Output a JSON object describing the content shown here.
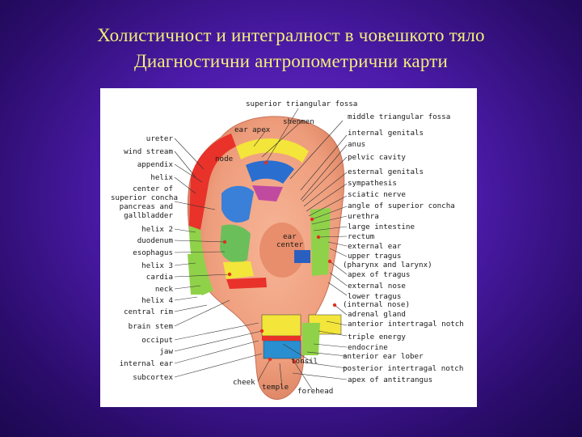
{
  "slide": {
    "title_line1": "Холистичност и интегралност в човешкото тяло",
    "title_line2": "Диагностични антропометрични карти"
  },
  "colors": {
    "background": "#4a1aa6",
    "title_text": "#f3ef7a",
    "skin": "#f0a585",
    "helix_red": "#e8322a",
    "zone_yellow": "#f3e53a",
    "zone_green": "#8fd24a",
    "zone_blue": "#2a6fd0",
    "zone_magenta": "#c04aa0"
  },
  "diagram": {
    "labels": {
      "superior_triangular_fossa": "superior triangular fossa",
      "shenmen": "shenmen",
      "ear_apex": "ear apex",
      "middle_triangular_fossa": "middle triangular fossa",
      "internal_genitals": "internal genitals",
      "anus": "anus",
      "pelvic_cavity": "pelvic cavity",
      "esternal_genitals": "esternal genitals",
      "sympathesis": "sympathesis",
      "sciatic_nerve": "sciatic nerve",
      "angle_of_superior_concha": "angle of superior concha",
      "urethra": "urethra",
      "large_intestine": "large intestine",
      "rectum": "rectum",
      "external_ear": "external ear",
      "upper_tragus": "upper tragus",
      "pharynx_larynx": "(pharynx and larynx)",
      "apex_of_tragus": "apex of tragus",
      "external_nose": "external nose",
      "lower_tragus": "lower tragus",
      "internal_nose": "(internal nose)",
      "adrenal_gland": "adrenal gland",
      "anterior_intertragal_notch": "anterior intertragal notch",
      "triple_energy": "triple energy",
      "endocrine": "endocrine",
      "anterior_ear_lober": "anterior ear lober",
      "posterior_intertragal_notch": "posterior intertragal notch",
      "apex_of_antitrangus": "apex of antitrangus",
      "ureter": "ureter",
      "wind_stream": "wind stream",
      "appendix": "appendix",
      "helix": "helix",
      "center_of": "center of",
      "superior_concha": "superior concha",
      "pancreas_and": "pancreas and",
      "gallbladder": "gallbladder",
      "helix_2": "helix 2",
      "duodenum": "duodenum",
      "esophagus": "esophagus",
      "helix_3": "helix 3",
      "cardia": "cardia",
      "neck": "neck",
      "helix_4": "helix 4",
      "central_rim": "central rim",
      "brain_stem": "brain stem",
      "occiput": "occiput",
      "jaw": "jaw",
      "internal_ear": "internal ear",
      "subcortex": "subcortex",
      "node": "node",
      "ear": "ear",
      "center": "center",
      "tonsil": "tonsil",
      "cheek": "cheek",
      "temple": "temple",
      "forehead": "forehead"
    }
  }
}
